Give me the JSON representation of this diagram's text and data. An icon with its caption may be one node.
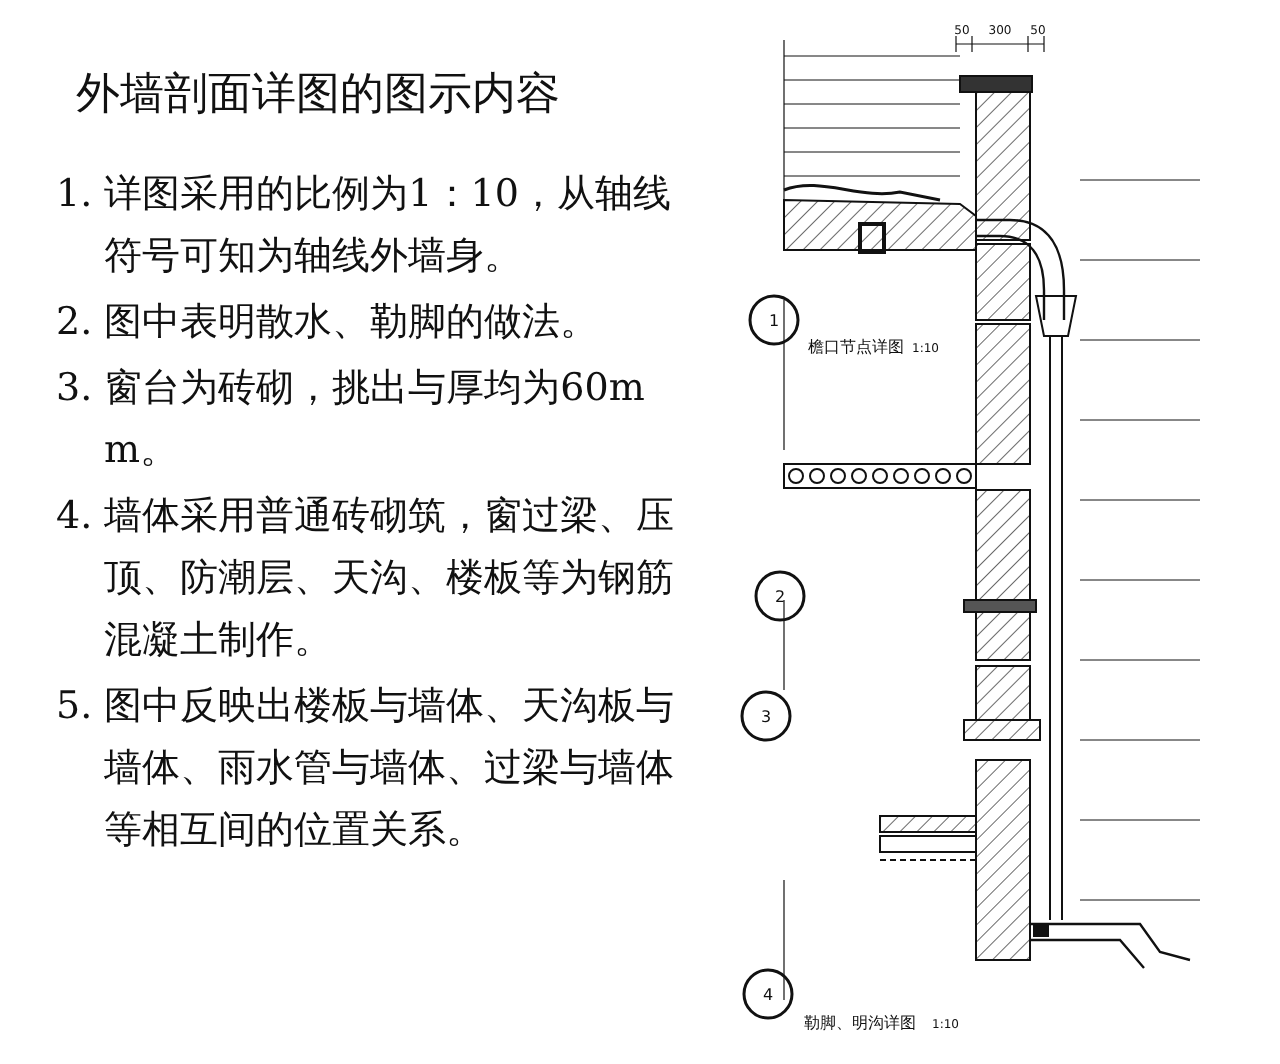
{
  "diagram": {
    "title": "外墙剖面详图的图示内容",
    "labels": [
      "1. 详图采用的比例为1：10，从轴线符号可知为轴线外墙身。",
      "2. 图中表明散水、勒脚的做法。",
      "3. 窗台为砖砌，挑出与厚均为60mm。",
      "4. 墙体采用普通砖砌筑，窗过梁、压顶、防潮层、天沟、楼板等为钢筋混凝土制作。",
      "5. 图中反映出楼板与墙体、天沟板与墙体、雨水管与墙体、过梁与墙体等相互间的位置关系。",
      "50",
      "300",
      "50",
      "1",
      "檐口节点详图",
      "1:10",
      "2",
      "3",
      "4",
      "勒脚、明沟详图",
      "1:10"
    ]
  }
}
